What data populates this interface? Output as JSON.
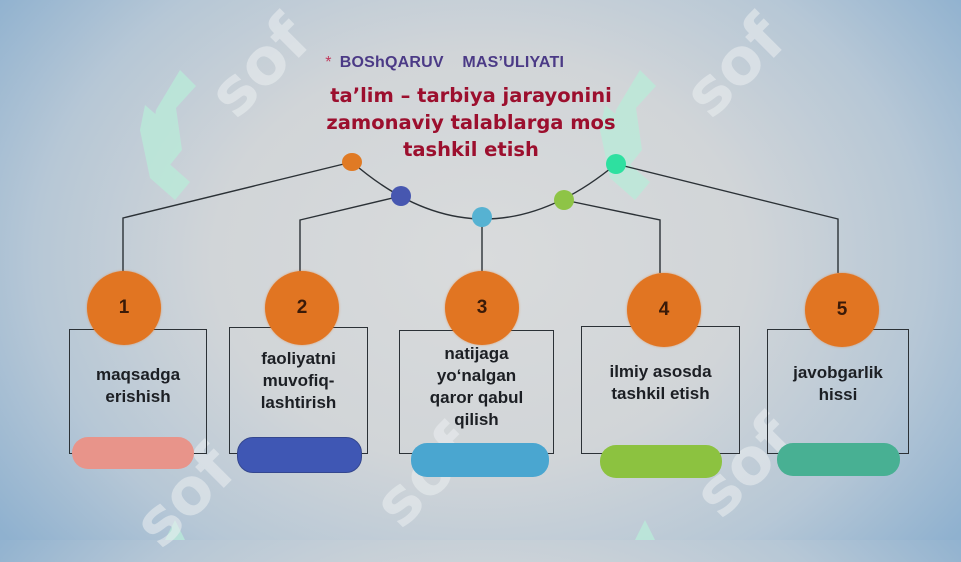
{
  "title": {
    "bullet": "*",
    "text": "BOShQARUV    MAS’ULIYATI"
  },
  "subtitle": {
    "lines": [
      "ta’lim – tarbiya jarayonini",
      "zamonaviy talablarga mos",
      "tashkil etish"
    ]
  },
  "colors": {
    "title": "#4b3a86",
    "subtitle": "#9c0f2e",
    "circle": "#e17522",
    "line": "#2b3136"
  },
  "connector_dots": [
    {
      "name": "dot-orange",
      "color": "#e07a24"
    },
    {
      "name": "dot-dark-blue",
      "color": "#4757b0"
    },
    {
      "name": "dot-cyan",
      "color": "#56b2d2"
    },
    {
      "name": "dot-green",
      "color": "#8ec446"
    },
    {
      "name": "dot-teal",
      "color": "#2ee0a0"
    }
  ],
  "items": [
    {
      "number": "1",
      "lines": [
        "maqsadga",
        "erishish"
      ],
      "pill_color": "#e8948a"
    },
    {
      "number": "2",
      "lines": [
        "faoliyatni",
        "muvofiq-",
        "lashtirish"
      ],
      "pill_color": "#3f57b4"
    },
    {
      "number": "3",
      "lines": [
        "natijaga",
        "yo‘nalgan",
        "qaror qabul",
        "qilish"
      ],
      "pill_color": "#4aa6d0"
    },
    {
      "number": "4",
      "lines": [
        "ilmiy asosda",
        "tashkil etish"
      ],
      "pill_color": "#8cc240"
    },
    {
      "number": "5",
      "lines": [
        "javobgarlik",
        "hissi"
      ],
      "pill_color": "#48b093"
    }
  ],
  "watermark": {
    "text": "sof",
    "icon": "sof-logo-icon"
  }
}
